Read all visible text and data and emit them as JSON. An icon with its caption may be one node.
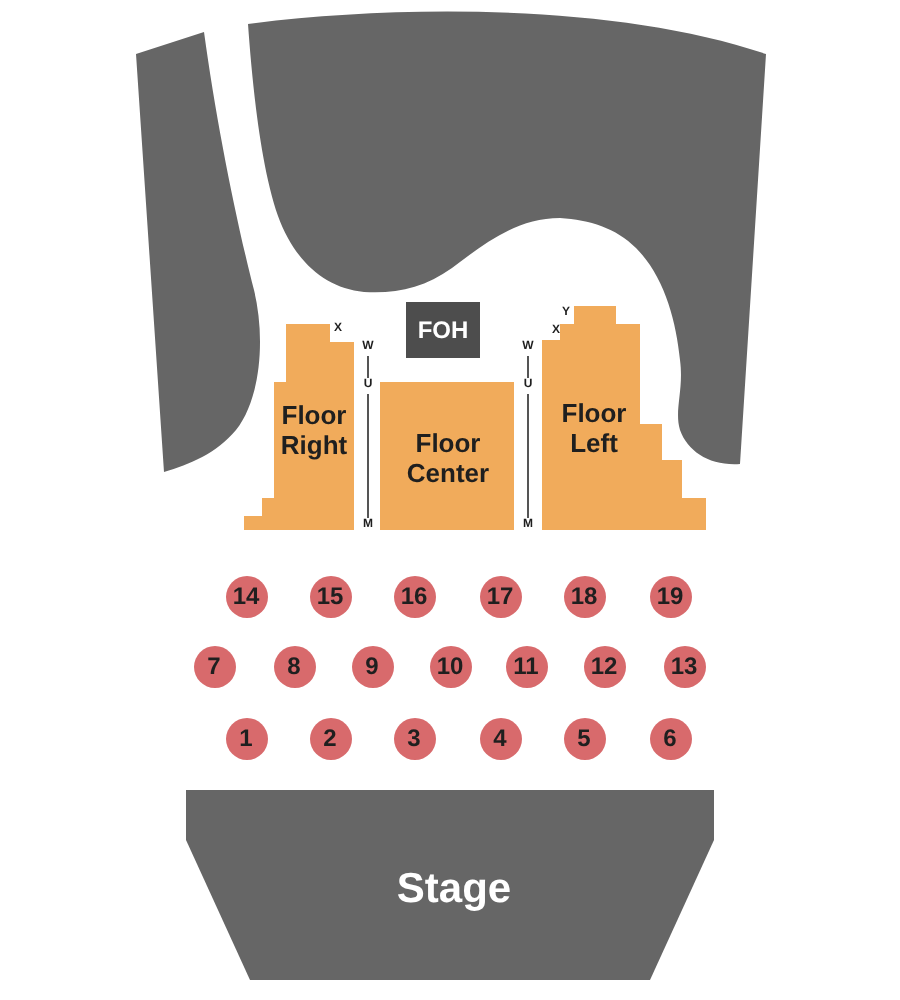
{
  "diagram": {
    "nodes": [
      {
        "text": [],
        "shape": "area"
      },
      {
        "text": [],
        "shape": "area"
      },
      {
        "text": [
          "FOH"
        ]
      },
      {
        "text": [
          "Floor Right"
        ]
      },
      {
        "text": [
          "Floor Center"
        ]
      },
      {
        "text": [
          "Floor Left"
        ]
      },
      {
        "text": [
          "14"
        ]
      },
      {
        "text": [
          "15"
        ]
      },
      {
        "text": [
          "16"
        ]
      },
      {
        "text": [
          "17"
        ]
      },
      {
        "text": [
          "18"
        ]
      },
      {
        "text": [
          "19"
        ]
      },
      {
        "text": [
          "7"
        ]
      },
      {
        "text": [
          "8"
        ]
      },
      {
        "text": [
          "9"
        ]
      },
      {
        "text": [
          "10"
        ]
      },
      {
        "text": [
          "11"
        ]
      },
      {
        "text": [
          "12"
        ]
      },
      {
        "text": [
          "13"
        ]
      },
      {
        "text": [
          "1"
        ]
      },
      {
        "text": [
          "2"
        ]
      },
      {
        "text": [
          "3"
        ]
      },
      {
        "text": [
          "4"
        ]
      },
      {
        "text": [
          "5"
        ]
      },
      {
        "text": [
          "6"
        ]
      },
      {
        "text": [
          "Stage"
        ]
      }
    ],
    "labels": [
      "Y",
      "X",
      "X",
      "W",
      "W",
      "U",
      "U",
      "M",
      "M"
    ]
  }
}
